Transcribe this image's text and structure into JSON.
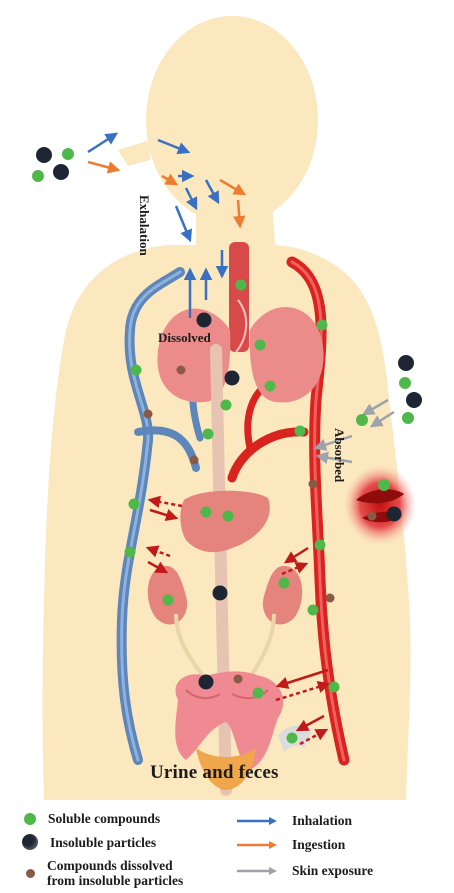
{
  "labels": {
    "exhalation": "Exhalation",
    "dissolved": "Dissolved",
    "absorbed": "Absorbed",
    "urine_feces": "Urine and feces"
  },
  "legend": {
    "soluble": "Soluble compounds",
    "insoluble": "Insoluble particles",
    "dissolved_line1": "Compounds dissolved",
    "dissolved_line2": "from insoluble particles",
    "inhalation": "Inhalation",
    "ingestion": "Ingestion",
    "skin": "Skin exposure"
  },
  "colors": {
    "inhalation": "#3a70c4",
    "ingestion": "#ee7c30",
    "skin": "#9da3ab",
    "soluble": "#4fb84a",
    "insoluble": "#1e2633",
    "dissolved_particle": "#8a5a44",
    "artery": "#d8231f",
    "vein": "#5d86ba",
    "body": "#fbe8bf"
  }
}
